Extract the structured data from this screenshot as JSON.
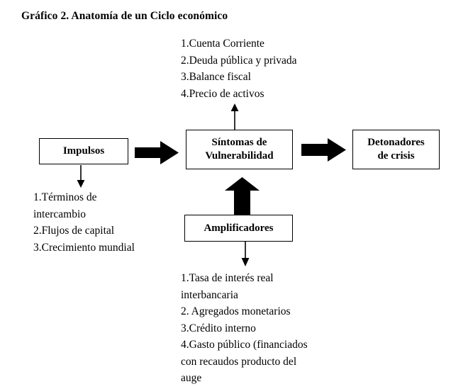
{
  "title": "Gráfico 2. Anatomía de un Ciclo económico",
  "boxes": {
    "impulsos": "Impulsos",
    "sintomas_line1": "Síntomas de",
    "sintomas_line2": "Vulnerabilidad",
    "detonadores_line1": "Detonadores",
    "detonadores_line2": "de crisis",
    "amplificadores": "Amplificadores"
  },
  "lists": {
    "sintomas_items": "1.Cuenta Corriente\n2.Deuda pública y privada\n3.Balance fiscal\n4.Precio de activos",
    "impulsos_items": "1.Términos de\nintercambio\n2.Flujos de capital\n3.Crecimiento mundial",
    "amplificadores_items": "1.Tasa de interés real\ninterbancaria\n2. Agregados monetarios\n3.Crédito interno\n4.Gasto público (financiados\ncon recaudos producto del\nauge"
  },
  "arrows": {
    "impulsos_to_sintomas": "thick-right-arrow",
    "sintomas_to_detonadores": "thick-right-arrow",
    "amplificadores_to_sintomas": "thick-up-arrow",
    "sintomas_to_list": "thin-up-arrow",
    "impulsos_to_list": "thin-down-arrow",
    "amplificadores_to_list": "thin-down-arrow"
  },
  "colors": {
    "stroke": "#000000",
    "background": "#ffffff"
  }
}
